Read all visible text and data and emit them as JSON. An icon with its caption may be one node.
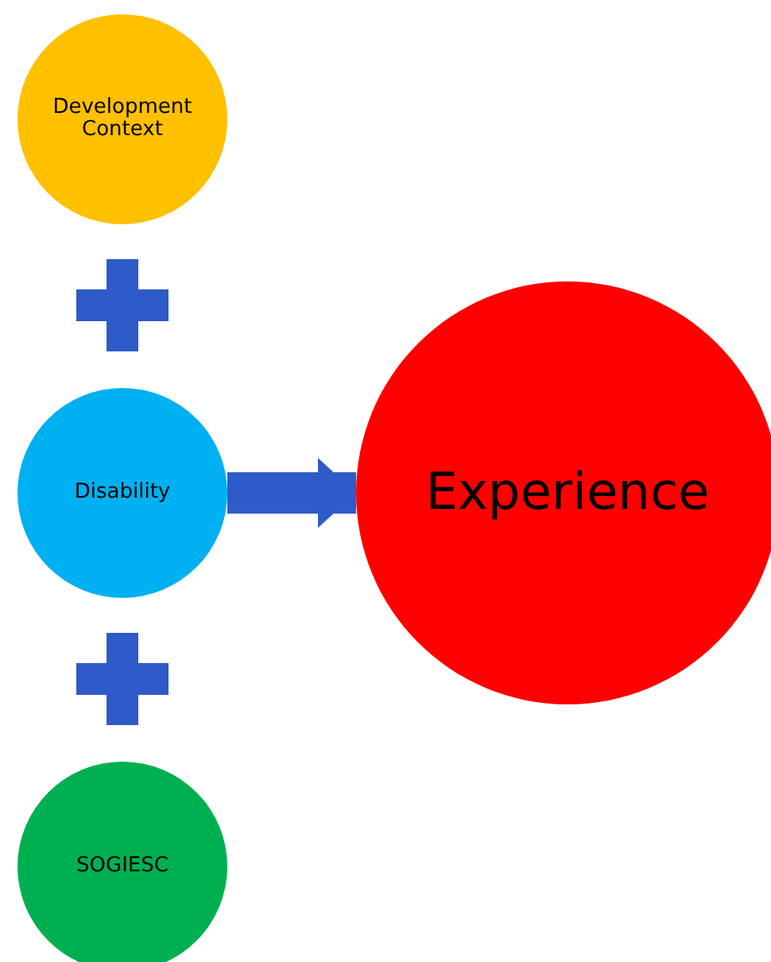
{
  "diagram": {
    "nodes": [
      {
        "text": [
          "Development Context"
        ]
      },
      {
        "text": [
          "Disability"
        ]
      },
      {
        "text": [
          "SOGIESC"
        ]
      },
      {
        "text": [
          "Experience"
        ]
      }
    ],
    "edges": [
      {
        "from": 1,
        "to": 3,
        "arrow": "to"
      }
    ]
  }
}
